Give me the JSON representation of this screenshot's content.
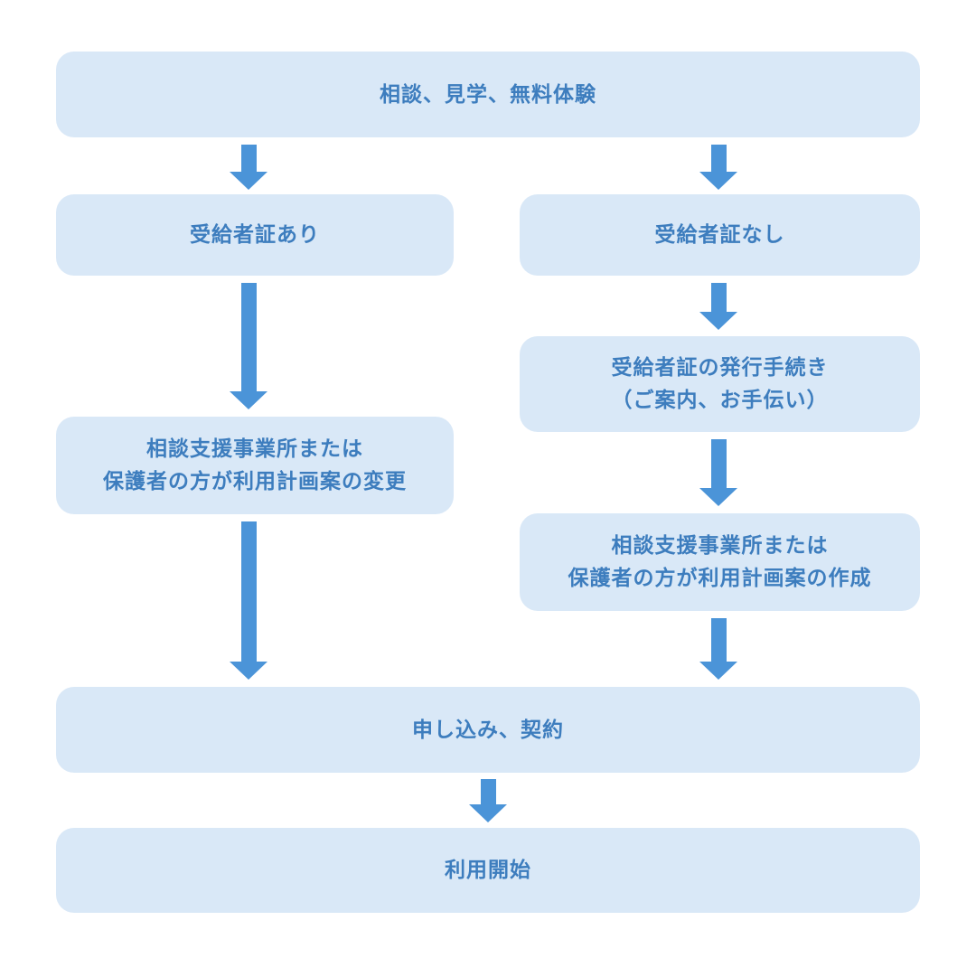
{
  "flowchart": {
    "title": "service-usage-flow",
    "colors": {
      "box_bg": "#d9e8f7",
      "text": "#3d7dbe",
      "arrow": "#4b94d8"
    },
    "nodes": {
      "start": "相談、見学、無料体験",
      "has_cert": "受給者証あり",
      "no_cert": "受給者証なし",
      "plan_change": "相談支援事業所または\n保護者の方が利用計画案の変更",
      "cert_issue": "受給者証の発行手続き\n（ご案内、お手伝い）",
      "plan_create": "相談支援事業所または\n保護者の方が利用計画案の作成",
      "apply": "申し込み、契約",
      "begin": "利用開始"
    }
  }
}
